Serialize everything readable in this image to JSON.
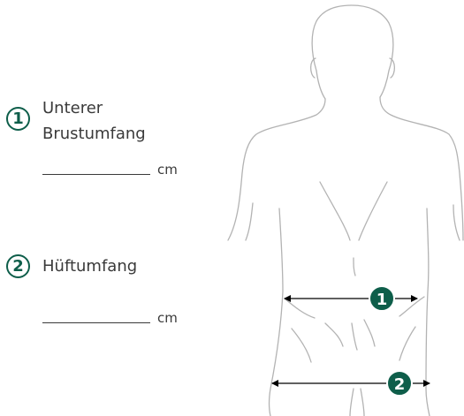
{
  "fields": [
    {
      "number": "1",
      "label_line1": "Unterer",
      "label_line2": "Brustumfang",
      "unit": "cm"
    },
    {
      "number": "2",
      "label_line1": "Hüftumfang",
      "unit": "cm"
    }
  ],
  "markers": [
    {
      "number": "1"
    },
    {
      "number": "2"
    }
  ],
  "colors": {
    "accent": "#0e5e4a",
    "text": "#3a3a3a",
    "outline": "#b3b3b3"
  }
}
